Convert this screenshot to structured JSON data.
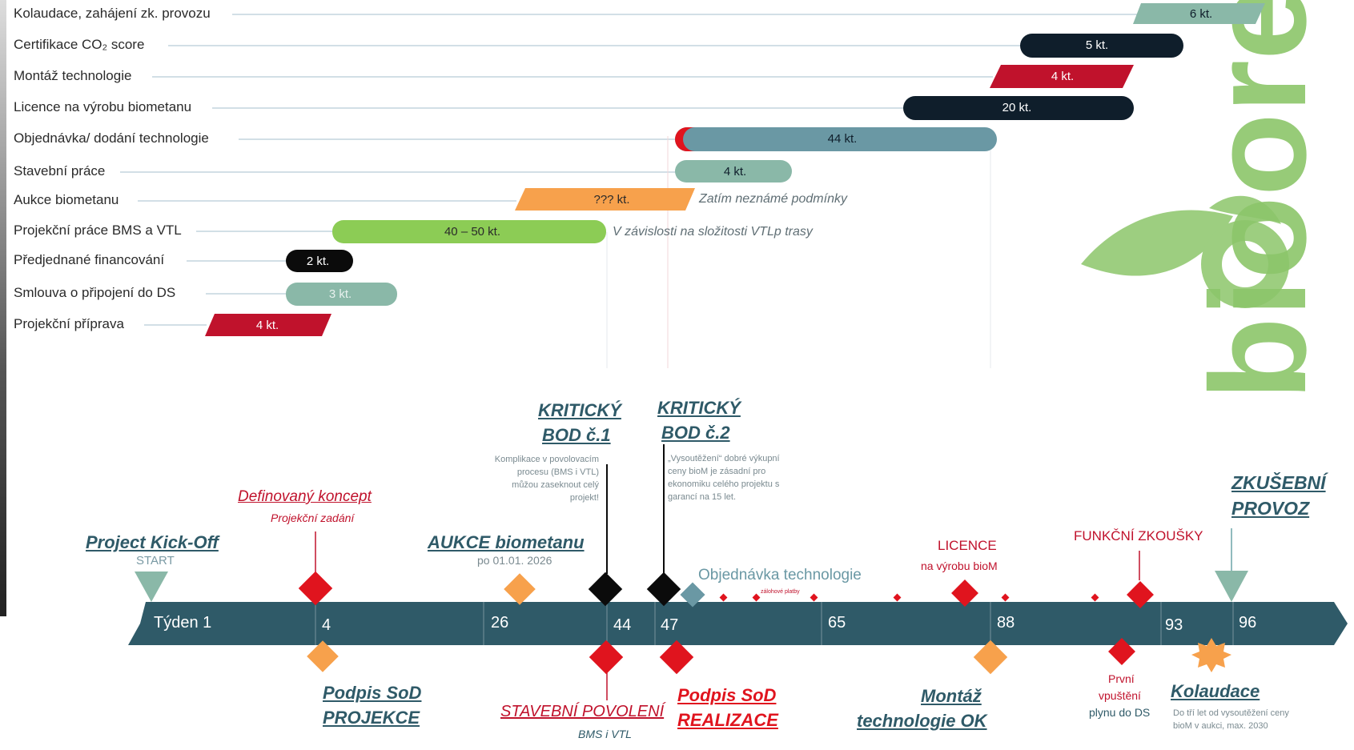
{
  "gantt": {
    "tasks": [
      {
        "name": "Kolaudace, zahájení zk. provozu",
        "duration": "6 kt."
      },
      {
        "name": "Certifikace CO₂ score",
        "duration": "5 kt."
      },
      {
        "name": "Montáž technologie",
        "duration": "4 kt."
      },
      {
        "name": "Licence na výrobu biometanu",
        "duration": "20 kt."
      },
      {
        "name": "Objednávka/ dodání technologie",
        "duration": "44 kt."
      },
      {
        "name": "Stavební práce",
        "duration": "4 kt."
      },
      {
        "name": "Aukce biometanu",
        "duration": "??? kt.",
        "note": "Zatím neznámé podmínky"
      },
      {
        "name": "Projekční práce BMS a VTL",
        "duration": "40 – 50 kt.",
        "note": "V závislosti na složitosti VTLp trasy"
      },
      {
        "name": "Předjednané financování",
        "duration": "2 kt."
      },
      {
        "name": "Smlouva o připojení do DS",
        "duration": "3 kt."
      },
      {
        "name": "Projekční příprava",
        "duration": "4 kt."
      }
    ],
    "colors": {
      "green_grey": "#8ab8a8",
      "navy": "#0f1e2b",
      "red": "#c0122c",
      "teal": "#6a98a4",
      "light_green": "#8ccc55",
      "orange": "#f7a14c",
      "black": "#0b0b0b"
    }
  },
  "timeline": {
    "week_labels": [
      "Týden 1",
      "4",
      "26",
      "44",
      "47",
      "65",
      "88",
      "93",
      "96"
    ],
    "bar_color": "#2f5a68",
    "milestones_above": {
      "kickoff": {
        "title": "Project Kick-Off",
        "sub": "START"
      },
      "koncept": {
        "title": "Definovaný koncept",
        "sub": "Projekční zadání"
      },
      "aukce": {
        "title": "AUKCE biometanu",
        "sub": "po 01.01. 2026"
      },
      "kriticky1": {
        "title1": "KRITICKÝ",
        "title2": "BOD č.1",
        "desc": "Komplikace v povolovacím procesu (BMS i VTL) můžou zaseknout celý projekt!"
      },
      "kriticky2": {
        "title1": "KRITICKÝ",
        "title2": "BOD č.2",
        "desc": "„Vysoutěžení“ dobré výkupní ceny bioM je zásadní pro ekonomiku celého projektu s garancí na 15 let."
      },
      "objednavka": {
        "title": "Objednávka technologie",
        "sub": "zálohové platby"
      },
      "licence": {
        "title": "LICENCE",
        "sub": "na výrobu bioM"
      },
      "funkcni": {
        "title": "FUNKČNÍ ZKOUŠKY"
      },
      "zkusebni": {
        "title1": "ZKUŠEBNÍ",
        "title2": "PROVOZ"
      }
    },
    "milestones_below": {
      "sod_projekce": {
        "title1": "Podpis SoD",
        "title2": "PROJEKCE"
      },
      "povoleni": {
        "title": "STAVEBNÍ POVOLENÍ",
        "sub": "BMS i VTL"
      },
      "sod_realizace": {
        "title1": "Podpis SoD",
        "title2": "REALIZACE"
      },
      "montaz": {
        "title1": "Montáž",
        "title2": "technologie OK"
      },
      "prvni": {
        "l1": "První",
        "l2": "vpuštění",
        "l3": "plynu do DS"
      },
      "kolaudace": {
        "title": "Kolaudace",
        "desc": "Do tří let od vysoutěžení ceny bioM v aukci, max. 2030"
      }
    }
  },
  "logo": {
    "text": "bioore",
    "color": "#8cc66a"
  }
}
